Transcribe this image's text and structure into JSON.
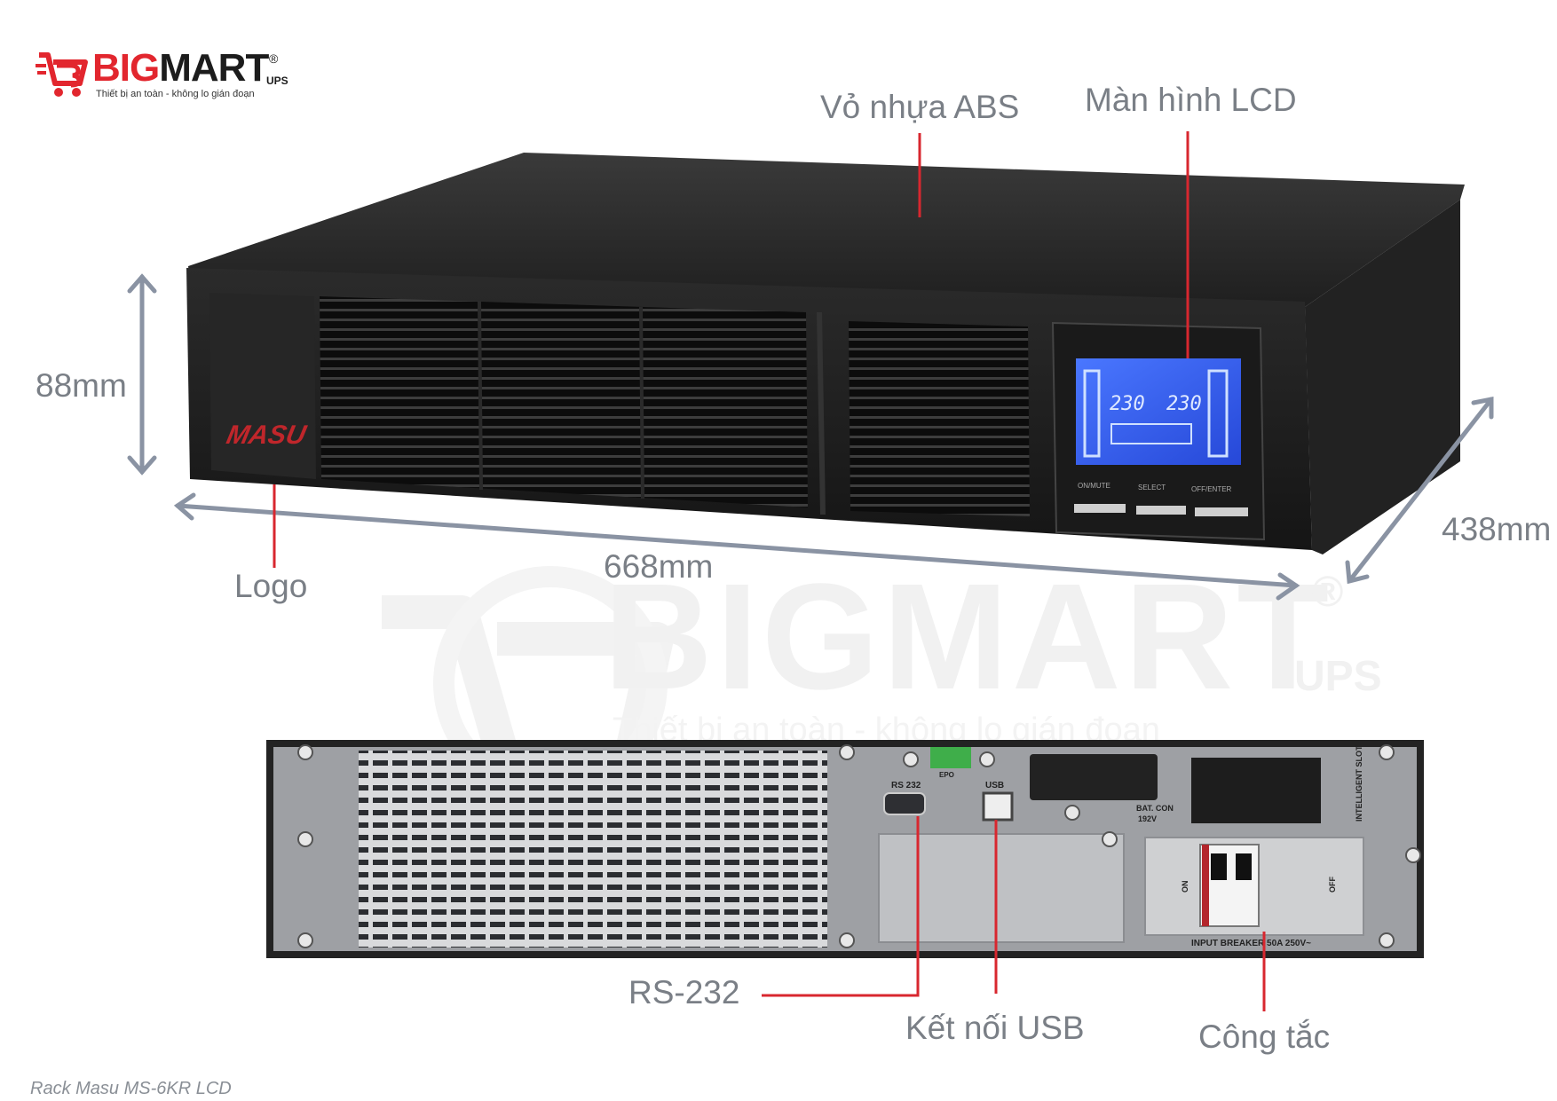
{
  "brand": {
    "name_part1": "BIG",
    "name_part2": "MART",
    "registered": "®",
    "suffix": "UPS",
    "tagline": "Thiết bị an toàn - không lo gián đoạn",
    "colors": {
      "red": "#e2262e",
      "dark": "#1c1c1c"
    }
  },
  "watermark": {
    "text": "BIGMART",
    "registered": "®",
    "suffix": "UPS",
    "tagline": "Thiết bị an toàn - không lo gián đoạn"
  },
  "front_unit": {
    "logo_text": "MASU",
    "lcd_line1": "230",
    "lcd_line2": "230",
    "button_labels": [
      "ON/MUTE",
      "SELECT",
      "OFF/ENTER"
    ]
  },
  "rear_unit": {
    "port_labels": {
      "rs232": "RS 232",
      "usb": "USB",
      "epo": "EPO",
      "bat_con": "BAT. CON",
      "bat_voltage": "192V",
      "intelligent_slot": "INTELLIGENT SLOT",
      "breaker": "INPUT BREAKER 50A 250V~",
      "on": "ON",
      "off": "OFF"
    }
  },
  "annotations": {
    "housing": "Vỏ nhựa ABS",
    "lcd": "Màn hình LCD",
    "height": "88mm",
    "width": "668mm",
    "depth": "438mm",
    "logo": "Logo",
    "rs232": "RS-232",
    "usb": "Kết nối USB",
    "switch": "Công tắc"
  },
  "caption": "Rack Masu MS-6KR LCD",
  "colors": {
    "annotation_text": "#7a7f86",
    "leader_line": "#d8272f",
    "dimension_arrow": "#8a93a3"
  }
}
